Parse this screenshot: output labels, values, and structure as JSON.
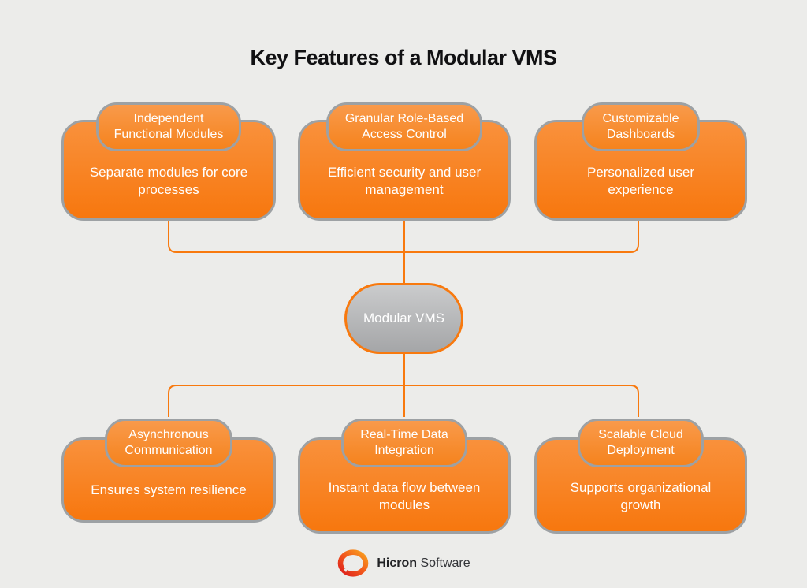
{
  "title": "Key Features of a Modular VMS",
  "center_node": {
    "label": "Modular VMS"
  },
  "features": [
    {
      "heading": "Independent\nFunctional Modules",
      "description": "Separate modules for core processes"
    },
    {
      "heading": "Granular Role-Based\nAccess Control",
      "description": "Efficient security and user management"
    },
    {
      "heading": "Customizable\nDashboards",
      "description": "Personalized user experience"
    },
    {
      "heading": "Asynchronous\nCommunication",
      "description": "Ensures system resilience"
    },
    {
      "heading": "Real-Time Data\nIntegration",
      "description": "Instant data flow between modules"
    },
    {
      "heading": "Scalable Cloud\nDeployment",
      "description": "Supports organizational growth"
    }
  ],
  "brand": {
    "name": "Hicron",
    "suffix": "Software"
  },
  "colors": {
    "background": "#ececea",
    "card_orange_top": "#f9913c",
    "card_orange_bottom": "#f7770e",
    "pill_orange_top": "#f99a4b",
    "pill_orange_bottom": "#f5831d",
    "border_gray": "#9da1a4",
    "node_gray_top": "#cacbcc",
    "node_gray_bottom": "#a5a6a8",
    "connector_orange": "#f8790e",
    "title_text": "#111113",
    "logo_gradient_start": "#f9a21e",
    "logo_gradient_end": "#dd1d1d"
  }
}
